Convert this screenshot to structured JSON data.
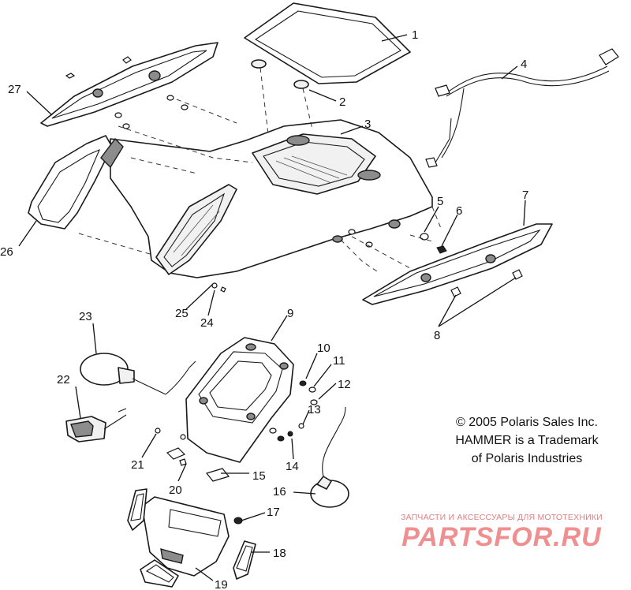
{
  "callouts": [
    {
      "id": "1",
      "label": "1"
    },
    {
      "id": "2",
      "label": "2"
    },
    {
      "id": "3",
      "label": "3"
    },
    {
      "id": "4",
      "label": "4"
    },
    {
      "id": "5",
      "label": "5"
    },
    {
      "id": "6",
      "label": "6"
    },
    {
      "id": "7",
      "label": "7"
    },
    {
      "id": "8",
      "label": "8"
    },
    {
      "id": "9",
      "label": "9"
    },
    {
      "id": "10",
      "label": "10"
    },
    {
      "id": "11",
      "label": "11"
    },
    {
      "id": "12",
      "label": "12"
    },
    {
      "id": "13",
      "label": "13"
    },
    {
      "id": "14",
      "label": "14"
    },
    {
      "id": "15",
      "label": "15"
    },
    {
      "id": "16",
      "label": "16"
    },
    {
      "id": "17",
      "label": "17"
    },
    {
      "id": "18",
      "label": "18"
    },
    {
      "id": "19",
      "label": "19"
    },
    {
      "id": "20",
      "label": "20"
    },
    {
      "id": "21",
      "label": "21"
    },
    {
      "id": "22",
      "label": "22"
    },
    {
      "id": "23",
      "label": "23"
    },
    {
      "id": "24",
      "label": "24"
    },
    {
      "id": "25",
      "label": "25"
    },
    {
      "id": "26",
      "label": "26"
    },
    {
      "id": "27",
      "label": "27"
    }
  ],
  "copyright": {
    "line1": "© 2005 Polaris Sales Inc.",
    "line2": "HAMMER is a Trademark",
    "line3": "of Polaris Industries"
  },
  "watermark": {
    "subtitle": "ЗАПЧАСТИ И АКСЕССУАРЫ ДЛЯ МОТОТЕХНИКИ",
    "logo": "PARTSFOR.RU"
  },
  "colors": {
    "line": "#1a1a1a",
    "watermark": "#ef8f8f",
    "background": "#ffffff"
  }
}
